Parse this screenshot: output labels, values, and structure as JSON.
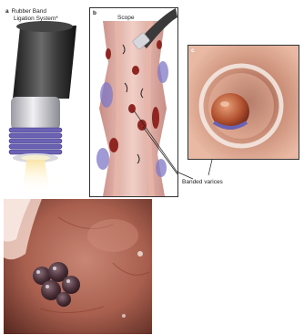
{
  "panel_a": {
    "letter": "a",
    "label_line1": "Rubber Band",
    "label_line2": "Ligation System*"
  },
  "panel_b": {
    "letter": "b",
    "label": "Scope",
    "annotation": "Banded varices"
  },
  "panel_c": {
    "letter": "c"
  },
  "colors": {
    "scope_dark": "#2a2a2a",
    "cap_grey": "#c9c9cf",
    "bands": "#6b62b6",
    "vessel_pink": "#e7b8ad",
    "varix_red": "#8f2622",
    "mucosa": "#b67265",
    "frame_border": "#333333"
  }
}
